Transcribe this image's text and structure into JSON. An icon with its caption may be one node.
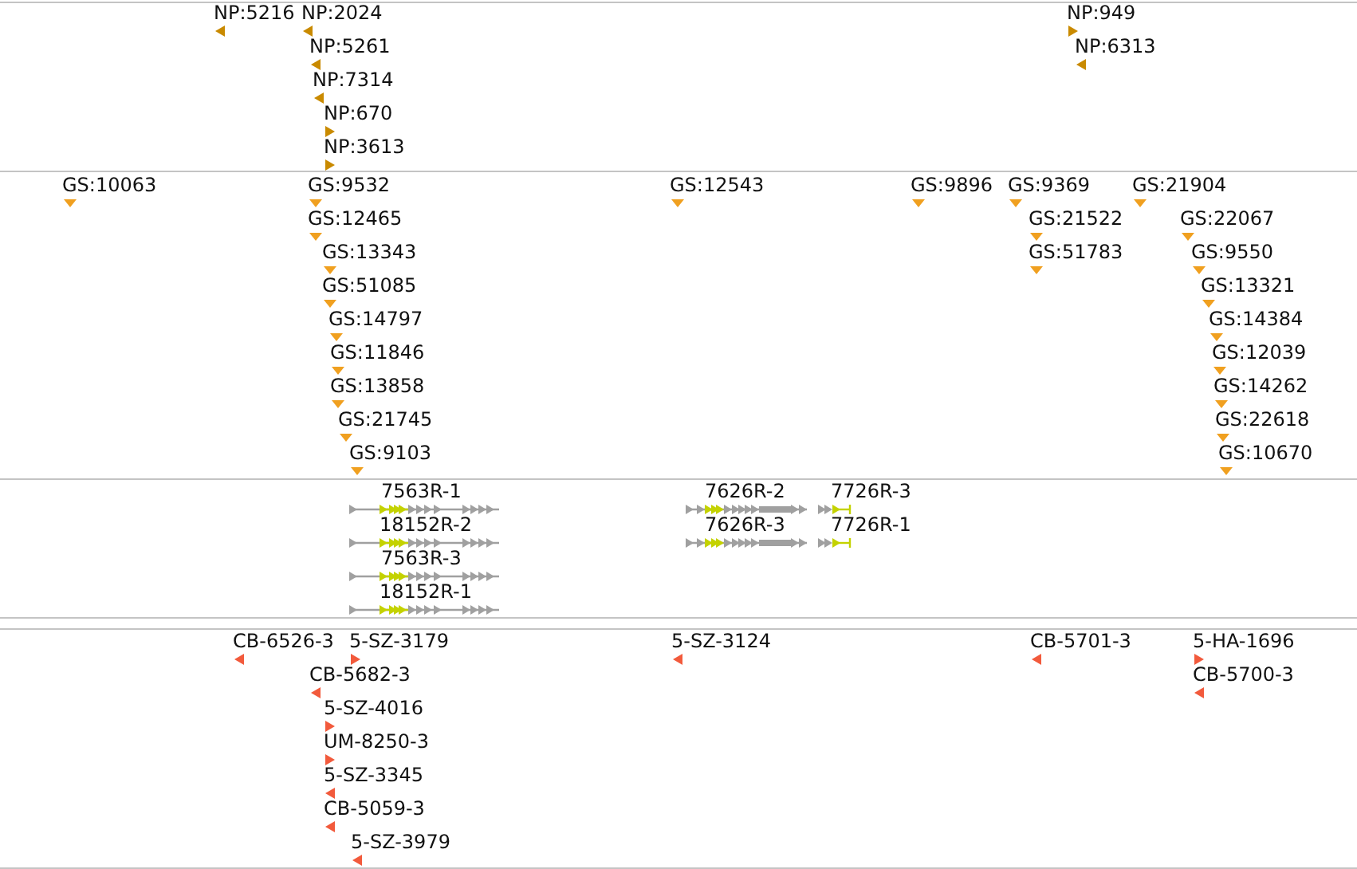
{
  "diagram": {
    "labels": [
      "NP:5216",
      "NP:2024",
      "NP:949",
      "NP:5261",
      "NP:6313",
      "NP:7314",
      "NP:670",
      "NP:3613",
      "GS:10063",
      "GS:9532",
      "GS:12543",
      "GS:9896",
      "GS:9369",
      "GS:21904",
      "GS:12465",
      "GS:21522",
      "GS:22067",
      "GS:13343",
      "GS:51783",
      "GS:9550",
      "GS:51085",
      "GS:13321",
      "GS:14797",
      "GS:14384",
      "GS:11846",
      "GS:12039",
      "GS:13858",
      "GS:14262",
      "GS:21745",
      "GS:22618",
      "GS:9103",
      "GS:10670",
      "7563R-1",
      "7626R-2",
      "7726R-3",
      "18152R-2",
      "7626R-3",
      "7726R-1",
      "7563R-3",
      "18152R-1",
      "CB-6526-3",
      "5-SZ-3179",
      "5-SZ-3124",
      "CB-5701-3",
      "5-HA-1696",
      "CB-5682-3",
      "CB-5700-3",
      "5-SZ-4016",
      "UM-8250-3",
      "5-SZ-3345",
      "CB-5059-3",
      "5-SZ-3979"
    ]
  }
}
